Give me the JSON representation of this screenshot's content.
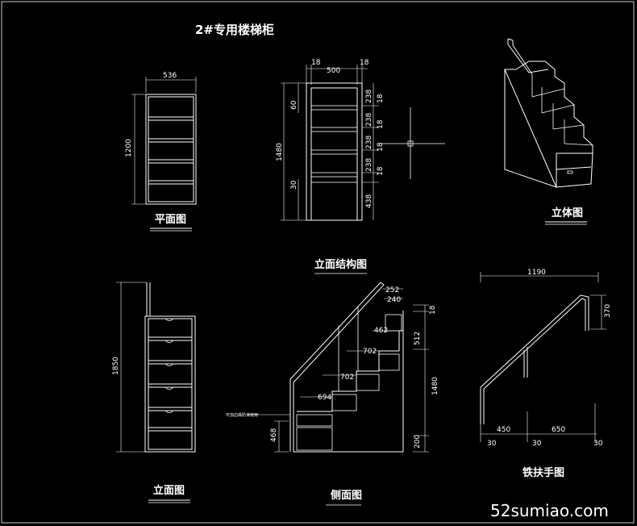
{
  "main_title": "2#专用楼梯柜",
  "views": {
    "plan": {
      "title": "平面图",
      "width_dim": "536",
      "height_dim": "1200"
    },
    "elevation_structure": {
      "title": "立面结构图",
      "top_left": "18",
      "top_mid": "500",
      "top_right": "18",
      "left_60": "60",
      "left_1480": "1480",
      "left_30": "30",
      "right_238_a": "238",
      "right_18_a": "18",
      "right_238_b": "238",
      "right_18_b": "18",
      "right_238_c": "238",
      "right_18_c": "18",
      "right_238_d": "238",
      "right_18_d": "18",
      "right_438": "438"
    },
    "iso": {
      "title": "立体图"
    },
    "elevation": {
      "title": "立面图",
      "height_dim": "1850"
    },
    "side": {
      "title": "侧面图",
      "d252": "252",
      "d240": "240",
      "d462": "462",
      "d702a": "702",
      "d702b": "702",
      "d694": "694",
      "d18": "18",
      "d512": "512",
      "d1480": "1480",
      "d200": "200",
      "d468": "468",
      "note": "可加边缘防滑使用"
    },
    "handrail": {
      "title": "铁扶手图",
      "d1190": "1190",
      "d370": "370",
      "d450": "450",
      "d650": "650",
      "d30a": "30",
      "d30b": "30",
      "d30c": "30"
    }
  },
  "watermark": "52sumiao.com",
  "colors": {
    "background": "#000000",
    "line": "#ffffff"
  }
}
